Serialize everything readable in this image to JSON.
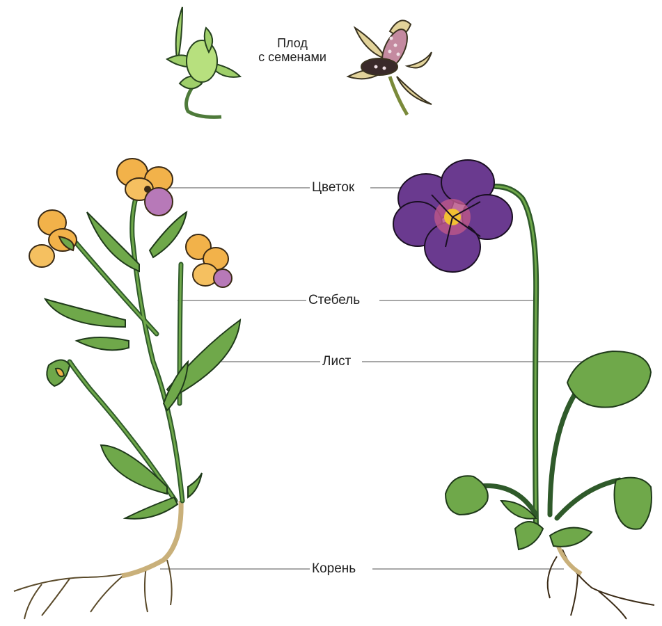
{
  "labels": {
    "fruit_line1": "Плод",
    "fruit_line2": "с семенами",
    "flower": "Цветок",
    "stem": "Стебель",
    "leaf": "Лист",
    "root": "Корень"
  },
  "colors": {
    "leaf_green": "#6fa84a",
    "leaf_dark": "#2f5a2a",
    "stem_green": "#4e7a3a",
    "pansy_purple": "#6a3a8f",
    "pansy_center": "#f2c033",
    "wild_petal": "#f2b24a",
    "root_tan": "#c9b07a",
    "fruit_green": "#9fcf6a",
    "fruit_dry": "#e2d39a",
    "seed_pink": "#c48aa0",
    "line_gray": "#888888"
  }
}
